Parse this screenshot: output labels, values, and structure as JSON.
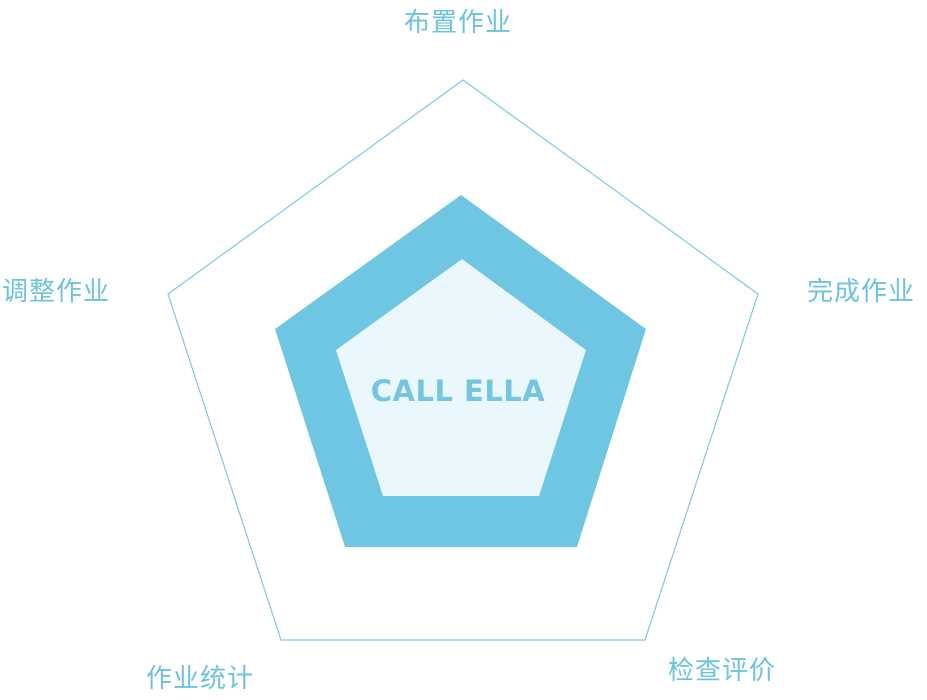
{
  "diagram": {
    "type": "nested-pentagon",
    "center_label": "CALL ELLA",
    "vertices": [
      {
        "position": "top",
        "label": "布置作业"
      },
      {
        "position": "right",
        "label": "完成作业"
      },
      {
        "position": "bottom-right",
        "label": "检查评价"
      },
      {
        "position": "bottom-left",
        "label": "作业统计"
      },
      {
        "position": "left",
        "label": "调整作业"
      }
    ],
    "colors": {
      "outline": "#7cc8e2",
      "ring_fill": "#6fc6e3",
      "inner_fill": "#eaf7fc",
      "text": "#6cc3df"
    }
  }
}
